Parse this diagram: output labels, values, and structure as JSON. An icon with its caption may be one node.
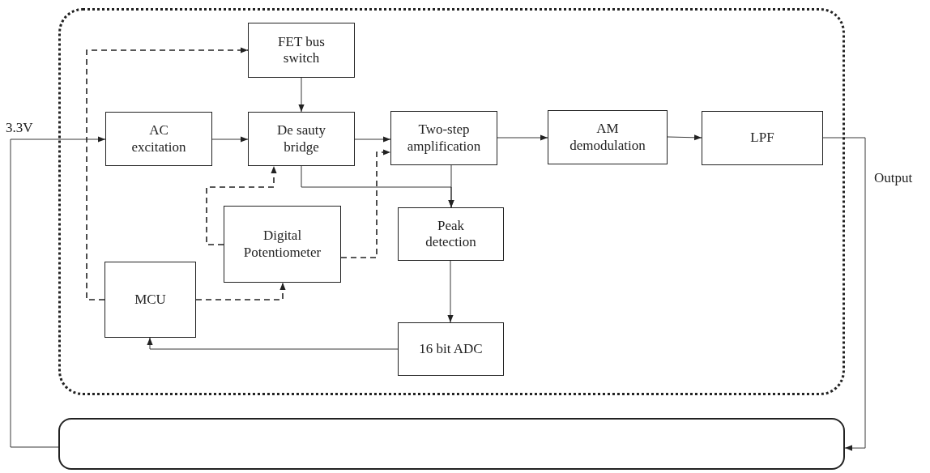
{
  "diagram": {
    "nodes": [
      {
        "text": [],
        "shape": "box"
      },
      {
        "text": [
          "FET bus switch"
        ],
        "in": 0
      },
      {
        "text": [
          "AC excitation"
        ],
        "in": 0
      },
      {
        "text": [
          "De sauty bridge"
        ],
        "in": 0
      },
      {
        "text": [
          "Two-step amplification"
        ],
        "in": 0
      },
      {
        "text": [
          "AM demodulation"
        ],
        "in": 0
      },
      {
        "text": [
          "LPF"
        ],
        "in": 0
      },
      {
        "text": [
          "Peak detection"
        ],
        "in": 0
      },
      {
        "text": [
          "Digital Potentiometer"
        ],
        "in": 0
      },
      {
        "text": [
          "MCU"
        ],
        "in": 0
      },
      {
        "text": [
          "16 bit ADC"
        ],
        "in": 0
      },
      {
        "text": [],
        "shape": "box"
      }
    ],
    "edges": [
      {
        "from": 11,
        "to": 2,
        "arrow": "to",
        "label": "3.3V"
      },
      {
        "from": 2,
        "to": 3,
        "arrow": "to"
      },
      {
        "from": 1,
        "to": 3,
        "arrow": "to"
      },
      {
        "from": 3,
        "to": 4,
        "arrow": "to"
      },
      {
        "from": 4,
        "to": 5,
        "arrow": "to"
      },
      {
        "from": 5,
        "to": 6,
        "arrow": "to"
      },
      {
        "from": 6,
        "to": 11,
        "arrow": "to",
        "label": "Output"
      },
      {
        "from": 4,
        "to": 7,
        "arrow": "to"
      },
      {
        "from": 3,
        "to": 7,
        "arrow": "to"
      },
      {
        "from": 7,
        "to": 10,
        "arrow": "to"
      },
      {
        "from": 10,
        "to": 9,
        "arrow": "to"
      },
      {
        "from": 9,
        "to": 1,
        "arrow": "to",
        "style": "dashed"
      },
      {
        "from": 9,
        "to": 8,
        "arrow": "to",
        "style": "dashed"
      },
      {
        "from": 8,
        "to": 3,
        "arrow": "to",
        "style": "dashed"
      },
      {
        "from": 8,
        "to": 4,
        "arrow": "to",
        "style": "dashed"
      }
    ]
  }
}
